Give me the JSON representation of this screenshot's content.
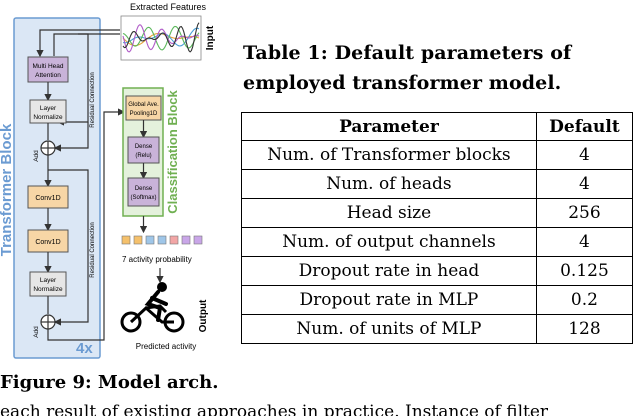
{
  "figure": {
    "extracted_features_label": "Extracted Features",
    "input_label": "Input",
    "output_label": "Output",
    "transformer_block_label": "Transformer Block",
    "classification_block_label": "Classification Block",
    "repeat_label": "4x",
    "multi_head_attention": [
      "Multi Head",
      "Attention"
    ],
    "layer_normalize_1": [
      "Layer",
      "Normalize"
    ],
    "conv1d_1": "Conv1D",
    "conv1d_2": "Conv1D",
    "layer_normalize_2": [
      "Layer",
      "Normalize"
    ],
    "add_1": "Add",
    "add_2": "Add",
    "residual_1": "Residual Connection",
    "residual_2": "Residual Connection",
    "global_pooling": [
      "Global Ave.",
      "Pooling1D"
    ],
    "dense_relu": [
      "Dense",
      "(Relu)"
    ],
    "dense_softmax": [
      "Dense",
      "(Softmax)"
    ],
    "activity_probability": "7 activity probability",
    "predicted_activity": "Predicted activity",
    "wave_colors": [
      "#e8a33a",
      "#4aa0d8",
      "#5cb85c",
      "#b05cc8",
      "#333333"
    ],
    "probability_colors": [
      "#f5c16c",
      "#f5c16c",
      "#9fc6e8",
      "#9fc6e8",
      "#f2a6a6",
      "#c9a6e8",
      "#c9a6e8"
    ],
    "colors": {
      "transformer_bg": "#dbe7f5",
      "transformer_border": "#6b9bd2",
      "transformer_text": "#6b9bd2",
      "classification_bg": "#e4f1dc",
      "classification_border": "#70b052",
      "classification_text": "#70b052",
      "attention_fill": "#c9b3d9",
      "conv_fill": "#f7d6a6",
      "norm_fill": "#e6e6e6",
      "pool_fill": "#f7d6a6",
      "dense_fill": "#c9b3d9"
    }
  },
  "figure_caption": "Figure 9: Model arch.",
  "table_caption": [
    "Table 1: Default parameters of",
    "employed transformer model."
  ],
  "table": {
    "headers": [
      "Parameter",
      "Default"
    ],
    "rows": [
      [
        "Num. of Transformer blocks",
        "4"
      ],
      [
        "Num. of heads",
        "4"
      ],
      [
        "Head size",
        "256"
      ],
      [
        "Num. of output channels",
        "4"
      ],
      [
        "Dropout rate in head",
        "0.125"
      ],
      [
        "Dropout rate in MLP",
        "0.2"
      ],
      [
        "Num. of units of MLP",
        "128"
      ]
    ]
  },
  "body_text": "each result of existing approaches in practice. Instance of filter"
}
